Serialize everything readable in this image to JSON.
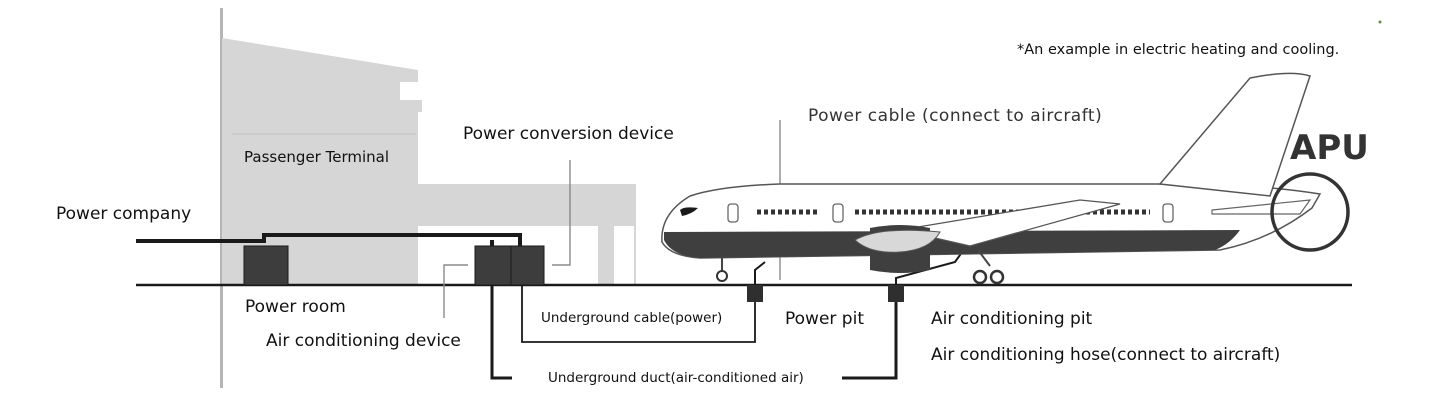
{
  "labels": {
    "note": "*An example in electric heating and cooling.",
    "apu": "APU",
    "power_cable": "Power cable (connect to aircraft)",
    "power_conversion_device": "Power conversion device",
    "passenger_terminal": "Passenger Terminal",
    "power_company": "Power company",
    "power_room": "Power room",
    "air_conditioning_device": "Air conditioning device",
    "underground_cable": "Underground cable(power)",
    "power_pit": "Power pit",
    "air_conditioning_pit": "Air conditioning pit",
    "air_conditioning_hose": "Air conditioning hose(connect to aircraft)",
    "underground_duct": "Underground duct(air-conditioned air)"
  }
}
